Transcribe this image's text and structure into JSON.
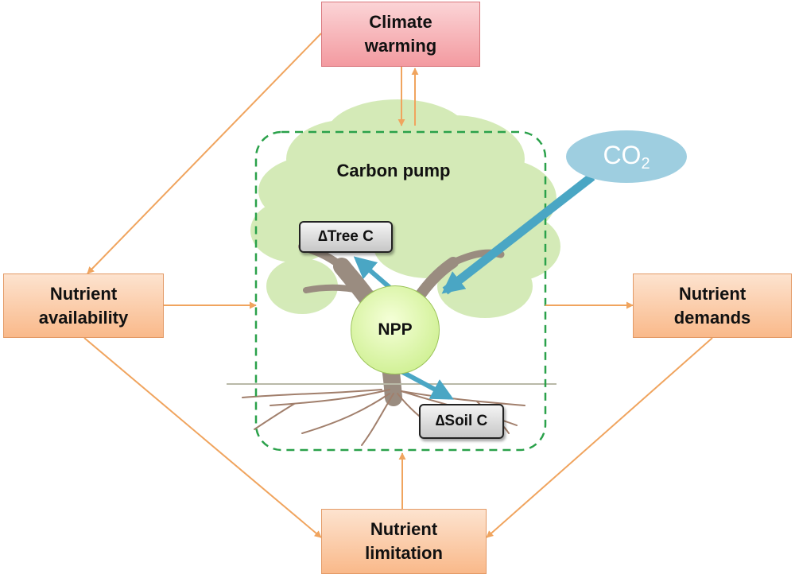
{
  "diagram": {
    "nodes": {
      "climate": {
        "label": "Climate\nwarming"
      },
      "nutrient_availability": {
        "label": "Nutrient\navailability"
      },
      "nutrient_demands": {
        "label": "Nutrient\ndemands"
      },
      "nutrient_limitation": {
        "label": "Nutrient\nlimitation"
      },
      "carbon_pump": {
        "label": "Carbon pump"
      },
      "tree_c": {
        "label": "∆Tree C"
      },
      "soil_c": {
        "label": "∆Soil C"
      },
      "npp": {
        "label": "NPP"
      },
      "co2": {
        "label": "CO",
        "subscript": "2"
      }
    },
    "edges": [
      {
        "from": "climate",
        "to": "nutrient_availability"
      },
      {
        "from": "climate",
        "to": "carbon_pump"
      },
      {
        "from": "carbon_pump",
        "to": "climate"
      },
      {
        "from": "nutrient_availability",
        "to": "carbon_pump"
      },
      {
        "from": "carbon_pump",
        "to": "nutrient_demands"
      },
      {
        "from": "nutrient_availability",
        "to": "nutrient_limitation"
      },
      {
        "from": "nutrient_demands",
        "to": "nutrient_limitation"
      },
      {
        "from": "nutrient_limitation",
        "to": "carbon_pump"
      },
      {
        "from": "co2",
        "to": "npp"
      },
      {
        "from": "npp",
        "to": "tree_c"
      },
      {
        "from": "npp",
        "to": "soil_c"
      }
    ],
    "colors": {
      "arrow_orange": "#f0a45e",
      "arrow_blue": "#4aa6c4",
      "pump_border": "#2aa14a",
      "co2_fill": "#9ecee0"
    }
  }
}
